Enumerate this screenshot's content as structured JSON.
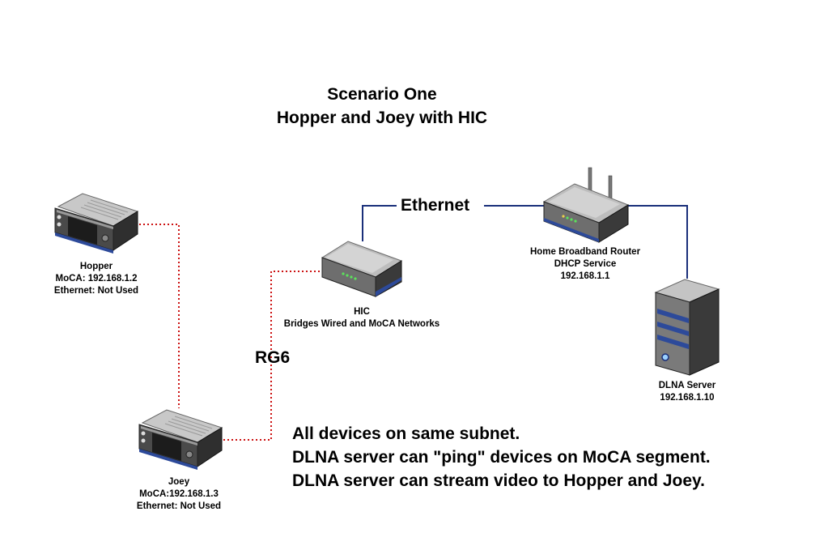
{
  "title": {
    "line1": "Scenario One",
    "line2": "Hopper and Joey with HIC"
  },
  "devices": {
    "hopper": {
      "name": "Hopper",
      "line2": "MoCA: 192.168.1.2",
      "line3": "Ethernet: Not Used"
    },
    "joey": {
      "name": "Joey",
      "line2": "MoCA:192.168.1.3",
      "line3": "Ethernet: Not Used"
    },
    "hic": {
      "name": "HIC",
      "line2": "Bridges Wired and MoCA Networks"
    },
    "router": {
      "name": "Home Broadband Router",
      "line2": "DHCP Service",
      "line3": "192.168.1.1"
    },
    "server": {
      "name": "DLNA Server",
      "line2": "192.168.1.10"
    }
  },
  "links": {
    "ethernet_label": "Ethernet",
    "coax_label": "RG6"
  },
  "notes": [
    "All devices on same subnet.",
    "DLNA server can \"ping\" devices on MoCA segment.",
    "DLNA server can stream video to Hopper and Joey."
  ],
  "colors": {
    "ethernet": "#1a2f7a",
    "coax": "#cc1111"
  }
}
